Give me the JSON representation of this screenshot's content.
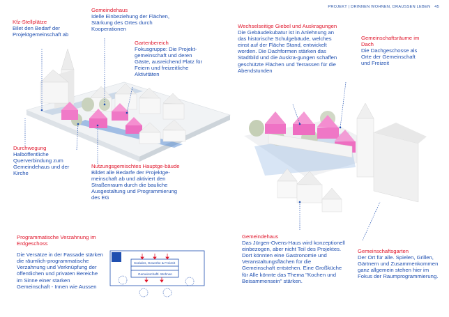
{
  "header": {
    "title": "PROJEKT | DRINNEN WOHNEN, DRAUSSEN LEBEN",
    "page_number": "45"
  },
  "annotations": {
    "gemeindehaus_top": {
      "title": "Gemeindehaus",
      "body": "Idelle Einbeziehung der Flächen, Stärkung des Ortes durch Kooperationen"
    },
    "kfz": {
      "title": "Kfz-Stellplätze",
      "body": "Bilet den Bedarf der Projektgemeinschaft ab"
    },
    "gartenbereich": {
      "title": "Gartenbereich",
      "body": "Fokusgruppe: Die Projekt-gemeinschaft und deren Gäste, ausreichend Platz für Feiern und freizeitliche Aktivitäten"
    },
    "durchwegung": {
      "title": "Durchwegung",
      "body": "Halböffentliche Querverbindung zum Gemeindehaus und der Kirche"
    },
    "nutzung": {
      "title": "Nutzungsgemischtes Hauptge-bäude",
      "body": "Bildet alle Bedarfe der Projektge-meinschaft ab und aktiviert den Straßenraum durch die bauliche Ausgestaltung und Programmierung des EG"
    },
    "giebel": {
      "title": "Wechselseitige Giebel und Auskragungen",
      "body": "Die Gebäudekubatur ist in Anlehnung an das historische Schulgebäude, welches einst auf der Fläche Stand, entwickelt worden. Die Dachformen stärken das Stadtbild und die Auskra-gungen schaffen geschützte Flächen und Terrassen für die Abendstunden"
    },
    "gemeinschaftsraeume": {
      "title": "Gemeinschaftsräume im Dach",
      "body": "Die Dachgeschosse als Orte der Gemeinschaft und Freizeit"
    },
    "verzahnung": {
      "title": "Programmatische Verzahnung im Erdgeschoss",
      "body": "Die Versätze in der Fassade stärken die räumlich-programmatische Verzahnung und Verknüpfung der öffentlichen und privaten Bereiche im Sinne einer starken Gemeinschaft - Innen wie Aussen"
    },
    "gemeindehaus_bottom": {
      "title": "Gemeindehaus",
      "body": "Das Jürgen-Ovens-Haus wird konzeptionell einbezogen, aber nicht Teil des Projektes. Dort könnten eine Gastronomie und Veranstaltungsflächen für die Gemeinschaft entstehen. Eine Großküche für Alle könnte das Thema \"Kochen und Beisammensein\" stärken."
    },
    "gemeinschaftsgarten": {
      "title": "Gemeinschaftsgarten",
      "body": "Der Ort für alle. Spielen, Grillen, Gärtnern und Zusammenkommen ganz allgemein stehen hier im Fokus der Raumprogrammierung."
    }
  },
  "plan": {
    "label_top": "Soziales, Gewerbe & Freizeit",
    "label_bottom": "Gemeinschaftl. Wohnen"
  },
  "colors": {
    "accent_red": "#e0182d",
    "text_blue": "#1f4fb0",
    "pink": "#f07ac8",
    "model_white": "#f4f4f4"
  }
}
